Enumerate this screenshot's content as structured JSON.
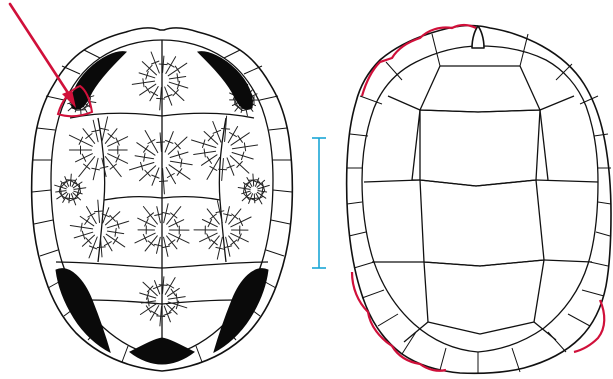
{
  "figure": {
    "panels": [
      {
        "id": "left",
        "description_name": "patterned-carapace-dorsal"
      },
      {
        "id": "right",
        "description_name": "outline-carapace-dorsal"
      }
    ],
    "colors": {
      "highlight": "#d0103a",
      "scale_bar": "#1aa6d6",
      "ink": "#111111"
    }
  }
}
